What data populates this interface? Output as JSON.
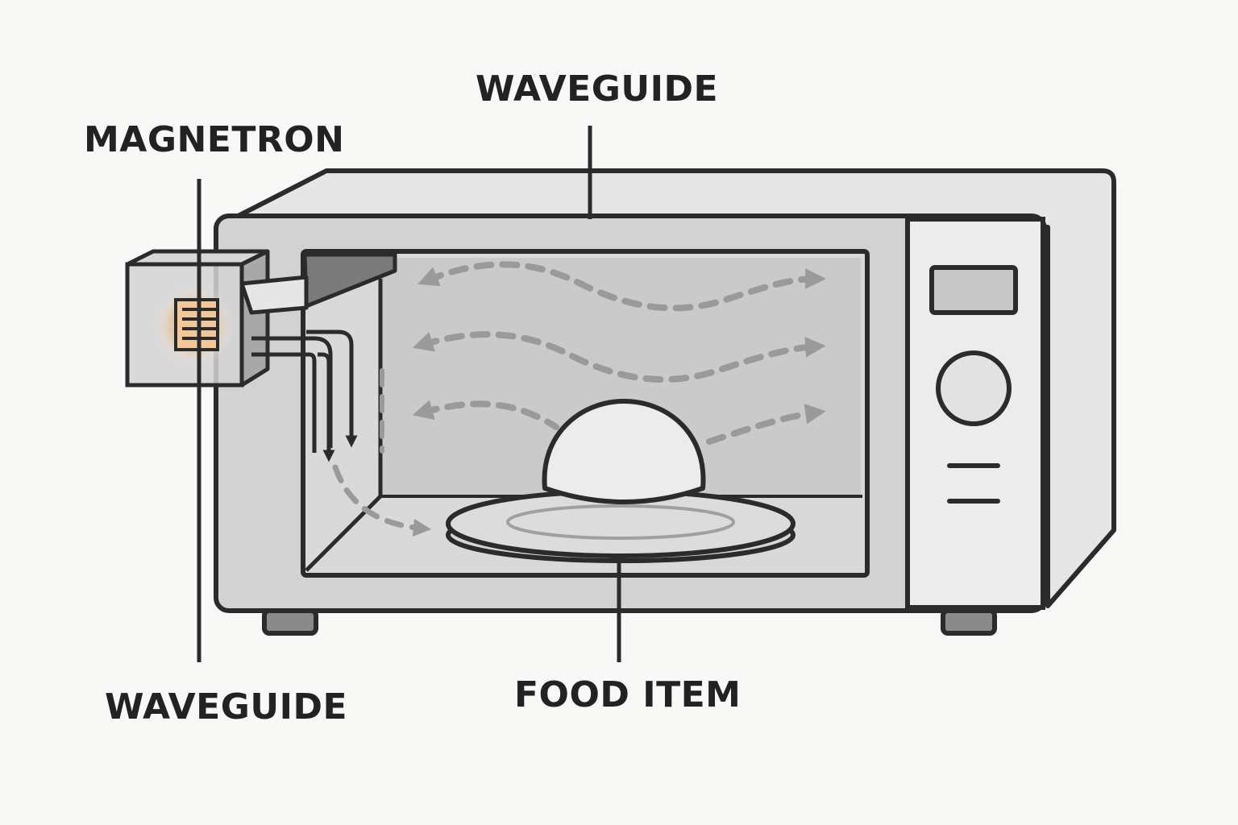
{
  "labels": {
    "magnetron": "MAGNETRON",
    "waveguide_top": "WAVEGUIDE",
    "waveguide_bottom": "WAVEGUIDE",
    "food_item": "FOOD ITEM"
  },
  "colors": {
    "background": "#f8f8f6",
    "outline": "#2b2b2b",
    "body_light": "#ececec",
    "body_mid": "#c9c9c9",
    "cavity": "#d6d6d6",
    "wave_arrows": "#9a9a9a",
    "magnetron_glow": "#f0a050",
    "food": "#ececec"
  },
  "icons": {
    "magnetron": "magnetron-coil-icon",
    "control_display": "display-icon",
    "control_knob": "knob-icon"
  }
}
